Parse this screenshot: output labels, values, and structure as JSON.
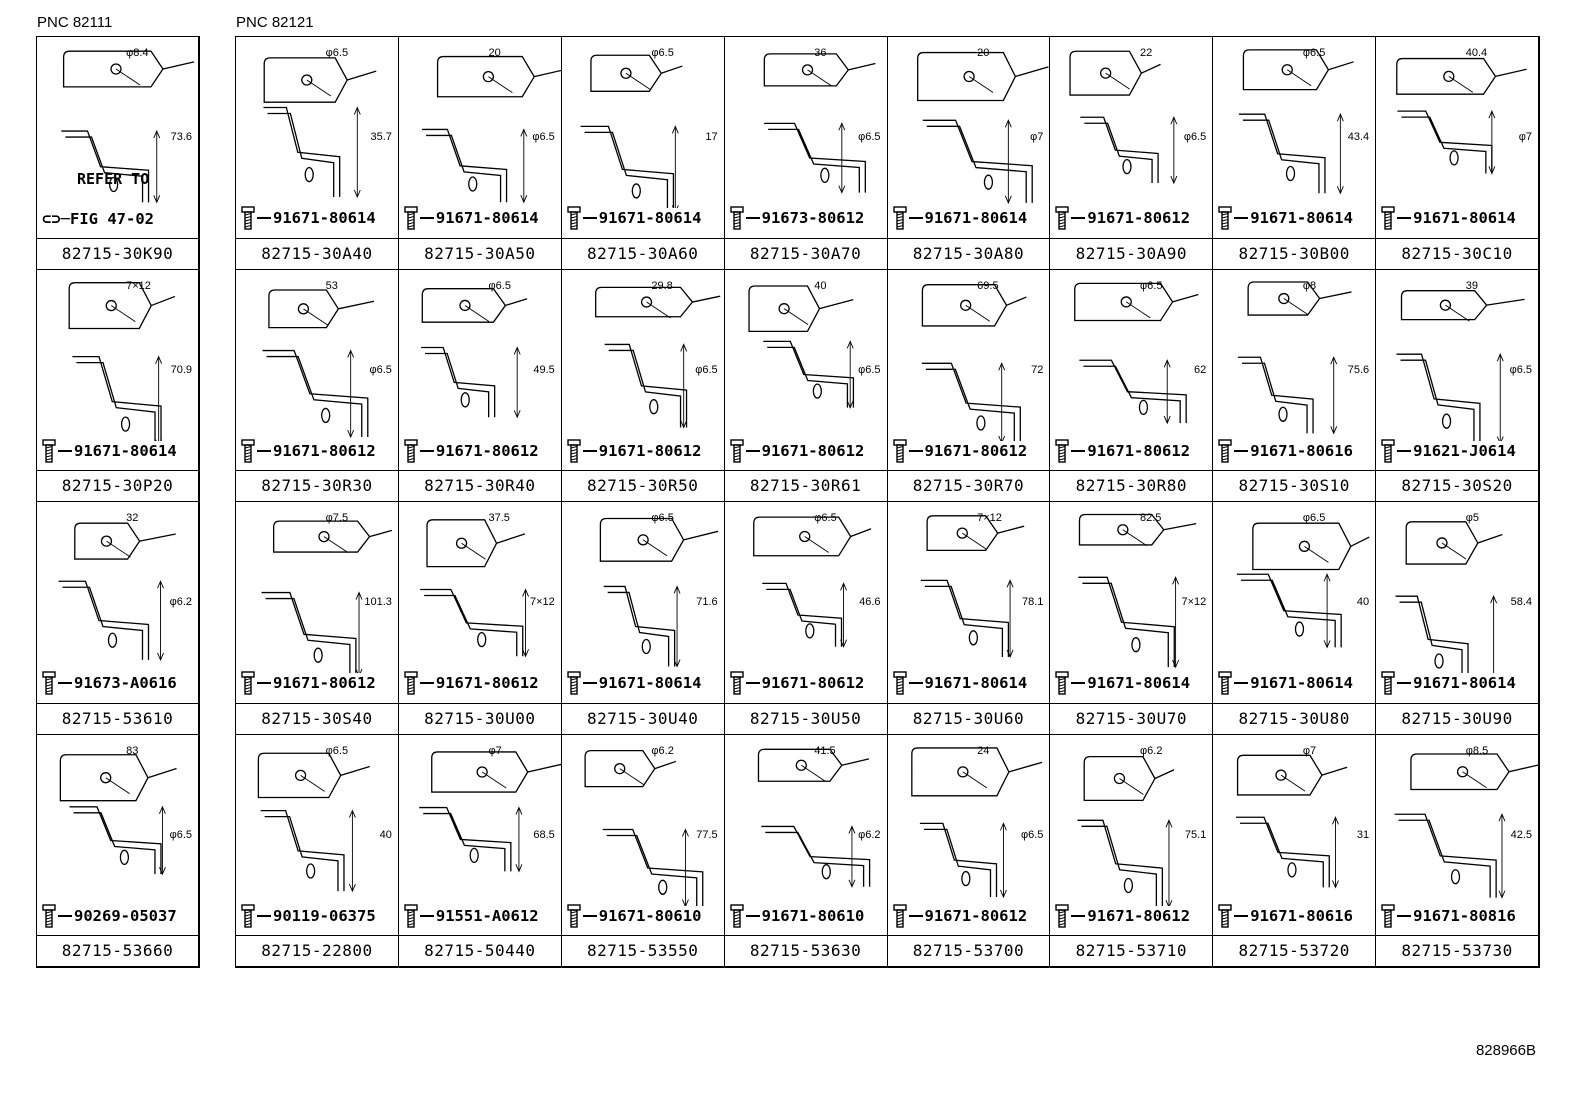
{
  "pnc_left": "PNC 82111",
  "pnc_right": "PNC 82121",
  "figure_code": "828966B",
  "left_column": [
    {
      "part": "82715-30K90",
      "bolt": "",
      "note1": "REFER TO",
      "note2": "FIG 47-02",
      "dims": [
        "φ8.4",
        "73.6"
      ]
    },
    {
      "part": "82715-30P20",
      "bolt": "91671-80614",
      "dims": [
        "7×12",
        "70.9"
      ]
    },
    {
      "part": "82715-53610",
      "bolt": "91673-A0616",
      "dims": [
        "32",
        "φ6.2"
      ]
    },
    {
      "part": "82715-53660",
      "bolt": "90269-05037",
      "dims": [
        "83",
        "φ6.5"
      ]
    }
  ],
  "grid_rows": [
    [
      {
        "part": "82715-30A40",
        "bolt": "91671-80614",
        "dims": [
          "φ6.5",
          "35.7"
        ]
      },
      {
        "part": "82715-30A50",
        "bolt": "91671-80614",
        "dims": [
          "20",
          "φ6.5"
        ]
      },
      {
        "part": "82715-30A60",
        "bolt": "91671-80614",
        "dims": [
          "φ6.5",
          "17"
        ]
      },
      {
        "part": "82715-30A70",
        "bolt": "91673-80612",
        "dims": [
          "36",
          "φ6.5"
        ]
      },
      {
        "part": "82715-30A80",
        "bolt": "91671-80614",
        "dims": [
          "20",
          "φ7"
        ]
      },
      {
        "part": "82715-30A90",
        "bolt": "91671-80612",
        "dims": [
          "22",
          "φ6.5"
        ]
      },
      {
        "part": "82715-30B00",
        "bolt": "91671-80614",
        "dims": [
          "φ6.5",
          "43.4"
        ]
      },
      {
        "part": "82715-30C10",
        "bolt": "91671-80614",
        "dims": [
          "40.4",
          "φ7"
        ]
      }
    ],
    [
      {
        "part": "82715-30R30",
        "bolt": "91671-80612",
        "dims": [
          "53",
          "φ6.5"
        ]
      },
      {
        "part": "82715-30R40",
        "bolt": "91671-80612",
        "dims": [
          "φ6.5",
          "49.5"
        ]
      },
      {
        "part": "82715-30R50",
        "bolt": "91671-80612",
        "dims": [
          "29.8",
          "φ6.5"
        ]
      },
      {
        "part": "82715-30R61",
        "bolt": "91671-80612",
        "dims": [
          "40",
          "φ6.5"
        ]
      },
      {
        "part": "82715-30R70",
        "bolt": "91671-80612",
        "dims": [
          "69.5",
          "72"
        ]
      },
      {
        "part": "82715-30R80",
        "bolt": "91671-80612",
        "dims": [
          "φ6.5",
          "62"
        ]
      },
      {
        "part": "82715-30S10",
        "bolt": "91671-80616",
        "dims": [
          "φ8",
          "75.6"
        ]
      },
      {
        "part": "82715-30S20",
        "bolt": "91621-J0614",
        "dims": [
          "39",
          "φ6.5"
        ]
      }
    ],
    [
      {
        "part": "82715-30S40",
        "bolt": "91671-80612",
        "dims": [
          "φ7.5",
          "101.3"
        ]
      },
      {
        "part": "82715-30U00",
        "bolt": "91671-80612",
        "dims": [
          "37.5",
          "7×12"
        ]
      },
      {
        "part": "82715-30U40",
        "bolt": "91671-80614",
        "dims": [
          "φ6.5",
          "71.6"
        ]
      },
      {
        "part": "82715-30U50",
        "bolt": "91671-80612",
        "dims": [
          "φ6.5",
          "46.6"
        ]
      },
      {
        "part": "82715-30U60",
        "bolt": "91671-80614",
        "dims": [
          "7×12",
          "78.1"
        ]
      },
      {
        "part": "82715-30U70",
        "bolt": "91671-80614",
        "dims": [
          "82.5",
          "7×12"
        ]
      },
      {
        "part": "82715-30U80",
        "bolt": "91671-80614",
        "dims": [
          "φ6.5",
          "40"
        ]
      },
      {
        "part": "82715-30U90",
        "bolt": "91671-80614",
        "dims": [
          "φ5",
          "58.4"
        ]
      }
    ],
    [
      {
        "part": "82715-22800",
        "bolt": "90119-06375",
        "dims": [
          "φ6.5",
          "40"
        ]
      },
      {
        "part": "82715-50440",
        "bolt": "91551-A0612",
        "dims": [
          "φ7",
          "68.5"
        ]
      },
      {
        "part": "82715-53550",
        "bolt": "91671-80610",
        "dims": [
          "φ6.2",
          "77.5"
        ]
      },
      {
        "part": "82715-53630",
        "bolt": "91671-80610",
        "dims": [
          "41.5",
          "φ6.2"
        ]
      },
      {
        "part": "82715-53700",
        "bolt": "91671-80612",
        "dims": [
          "24",
          "φ6.5"
        ]
      },
      {
        "part": "82715-53710",
        "bolt": "91671-80612",
        "dims": [
          "φ6.2",
          "75.1"
        ]
      },
      {
        "part": "82715-53720",
        "bolt": "91671-80616",
        "dims": [
          "φ7",
          "31"
        ]
      },
      {
        "part": "82715-53730",
        "bolt": "91671-80816",
        "dims": [
          "φ8.5",
          "42.5"
        ]
      }
    ]
  ]
}
